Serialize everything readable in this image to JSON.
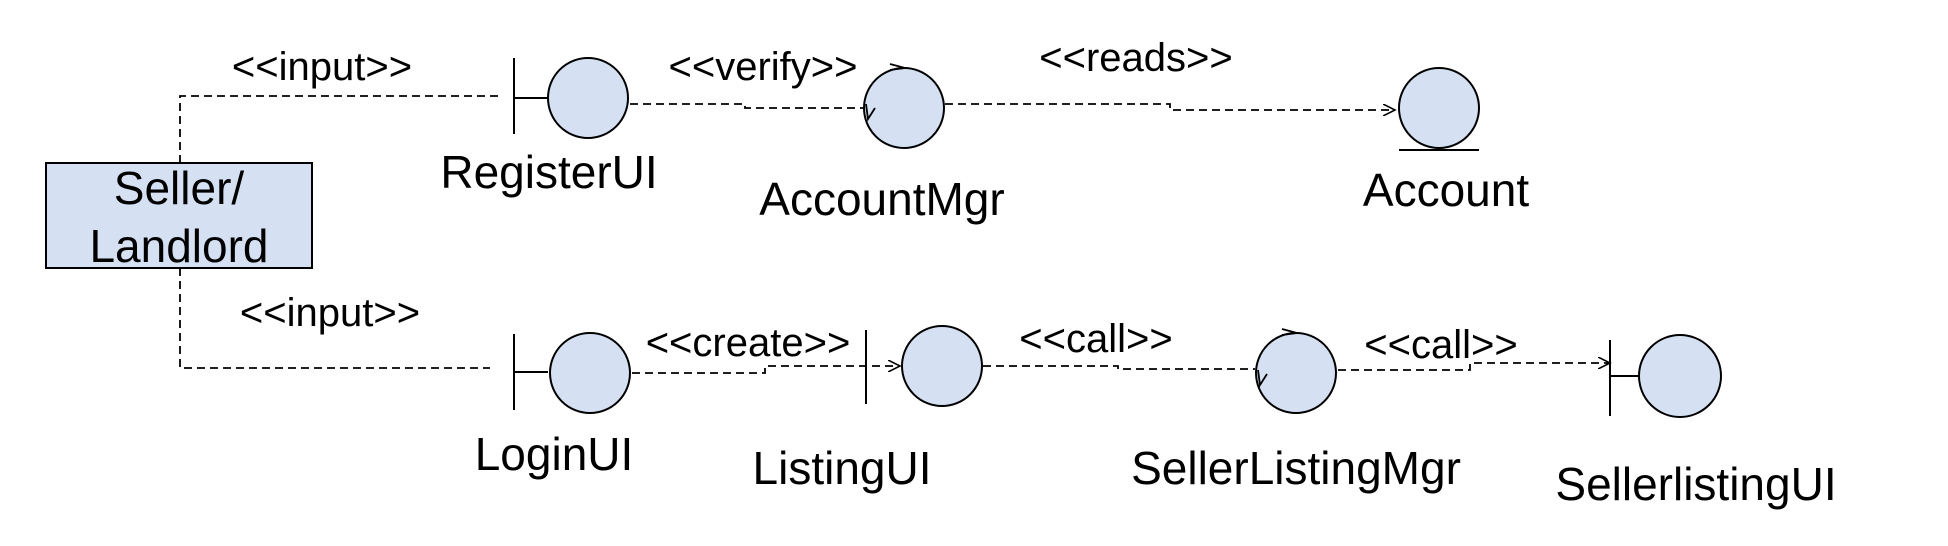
{
  "diagram": {
    "actor": {
      "line1": "Seller/",
      "line2": "Landlord"
    },
    "nodes": {
      "register_ui": "RegisterUI",
      "account_mgr": "AccountMgr",
      "account": "Account",
      "login_ui": "LoginUI",
      "listing_ui": "ListingUI",
      "seller_listing_mgr": "SellerListingMgr",
      "sellerlisting_ui": "SellerlistingUI"
    },
    "edges": {
      "input_register": "<<input>>",
      "verify": "<<verify>>",
      "reads": "<<reads>>",
      "input_login": "<<input>>",
      "create": "<<create>>",
      "call_1": "<<call>>",
      "call_2": "<<call>>"
    }
  },
  "colors": {
    "node_fill": "#d5e1f2",
    "stroke": "#000000"
  },
  "icons": {
    "boundary": "boundary-icon",
    "control": "control-icon",
    "entity": "entity-icon"
  }
}
